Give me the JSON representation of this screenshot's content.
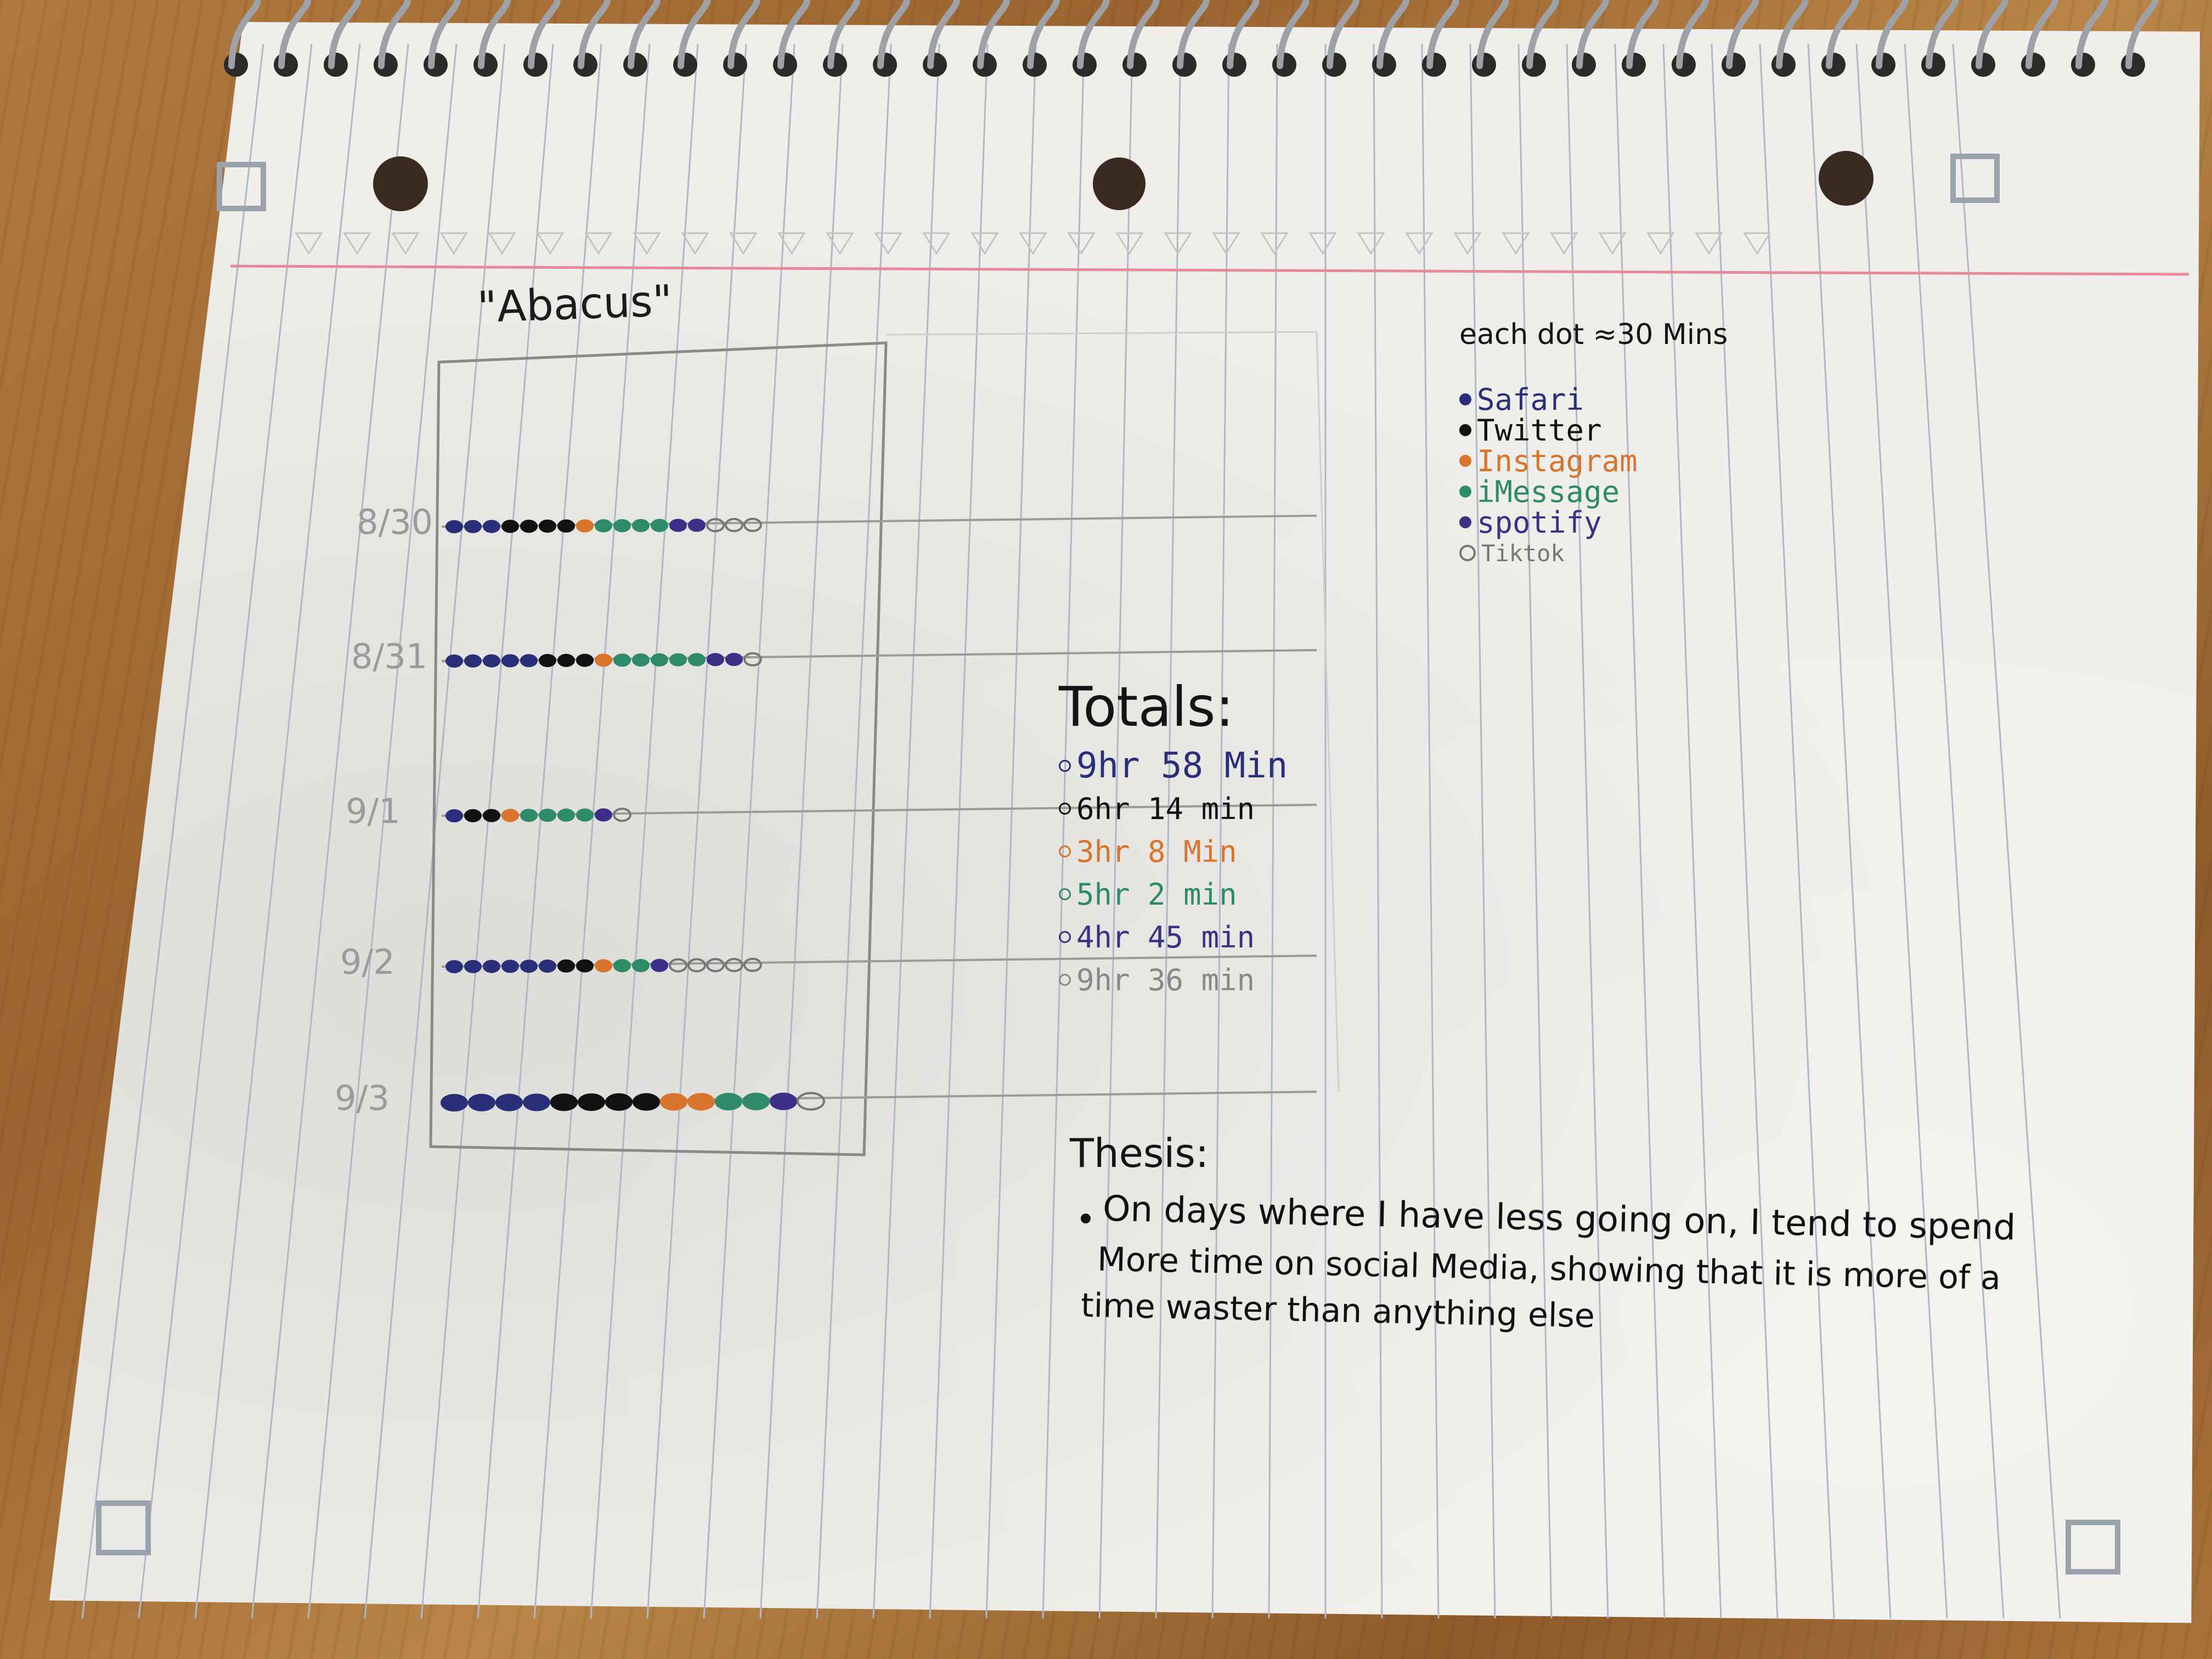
{
  "title": "\"Abacus\"",
  "key": {
    "heading": "each dot ≈30 Mins",
    "items": [
      {
        "label": "Safari",
        "color": "#2a2f7a"
      },
      {
        "label": "Twitter",
        "color": "#111111"
      },
      {
        "label": "Instagram",
        "color": "#d8742c"
      },
      {
        "label": "iMessage",
        "color": "#2f8a6a"
      },
      {
        "label": "spotify",
        "color": "#3b2f86"
      },
      {
        "label": "Tiktok",
        "color": "#777777"
      }
    ]
  },
  "abacus": {
    "rows": [
      {
        "date": "8/30",
        "dots": [
          "Safari",
          "Safari",
          "Safari",
          "Twitter",
          "Twitter",
          "Twitter",
          "Twitter",
          "Instagram",
          "iMessage",
          "iMessage",
          "iMessage",
          "iMessage",
          "spotify",
          "spotify",
          "Tiktok",
          "Tiktok",
          "Tiktok"
        ]
      },
      {
        "date": "8/31",
        "dots": [
          "Safari",
          "Safari",
          "Safari",
          "Safari",
          "Safari",
          "Twitter",
          "Twitter",
          "Twitter",
          "Instagram",
          "iMessage",
          "iMessage",
          "iMessage",
          "iMessage",
          "iMessage",
          "spotify",
          "spotify",
          "Tiktok"
        ]
      },
      {
        "date": "9/1",
        "dots": [
          "Safari",
          "Twitter",
          "Twitter",
          "Instagram",
          "iMessage",
          "iMessage",
          "iMessage",
          "iMessage",
          "spotify",
          "Tiktok"
        ]
      },
      {
        "date": "9/2",
        "dots": [
          "Safari",
          "Safari",
          "Safari",
          "Safari",
          "Safari",
          "Safari",
          "Twitter",
          "Twitter",
          "Instagram",
          "iMessage",
          "iMessage",
          "spotify",
          "Tiktok",
          "Tiktok",
          "Tiktok",
          "Tiktok",
          "Tiktok"
        ]
      },
      {
        "date": "9/3",
        "dots": [
          "Safari",
          "Safari",
          "Safari",
          "Safari",
          "Twitter",
          "Twitter",
          "Twitter",
          "Twitter",
          "Instagram",
          "Instagram",
          "iMessage",
          "iMessage",
          "spotify",
          "Tiktok"
        ]
      }
    ]
  },
  "totals": {
    "heading": "Totals:",
    "items": [
      {
        "text": "9hr 58 Min",
        "color": "#2a2f7a"
      },
      {
        "text": "6hr 14 min",
        "color": "#111111"
      },
      {
        "text": "3hr 8 Min",
        "color": "#d8742c"
      },
      {
        "text": "5hr 2 min",
        "color": "#2f8a6a"
      },
      {
        "text": "4hr 45 min",
        "color": "#3b2f86"
      },
      {
        "text": "9hr 36 min",
        "color": "#888888"
      }
    ]
  },
  "thesis": {
    "heading": "Thesis:",
    "lines": [
      "On days where I have less going on, I tend to spend",
      "More time on social Media, showing that it is more of a",
      "time waster than anything else"
    ]
  }
}
